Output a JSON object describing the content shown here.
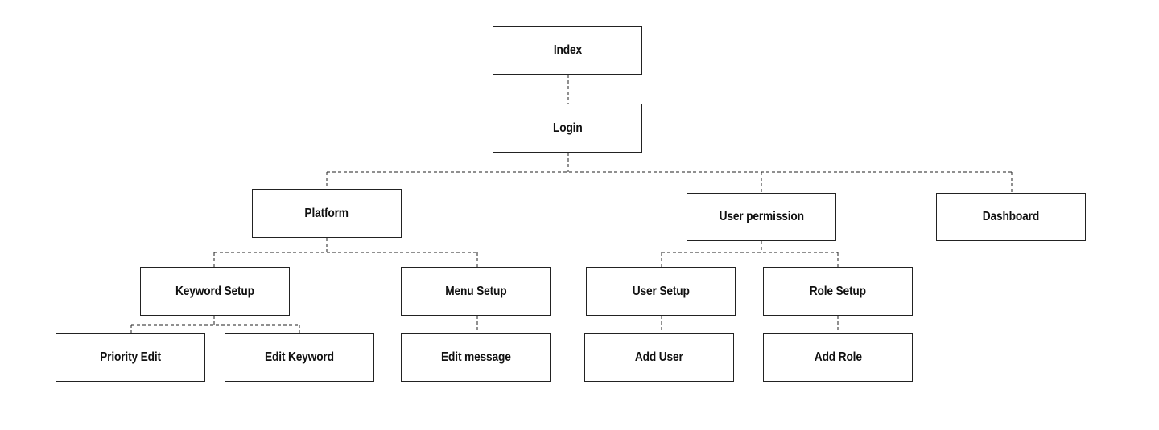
{
  "sitemap": {
    "nodes": {
      "index": "Index",
      "login": "Login",
      "platform": "Platform",
      "user_permission": "User permission",
      "dashboard": "Dashboard",
      "keyword_setup": "Keyword Setup",
      "menu_setup": "Menu Setup",
      "user_setup": "User Setup",
      "role_setup": "Role Setup",
      "priority_edit": "Priority Edit",
      "edit_keyword": "Edit Keyword",
      "edit_message": "Edit message",
      "add_user": "Add User",
      "add_role": "Add Role"
    }
  },
  "style": {
    "line_color": "#222222",
    "box_border": "#222222",
    "text_color": "#111111",
    "background": "#ffffff"
  }
}
